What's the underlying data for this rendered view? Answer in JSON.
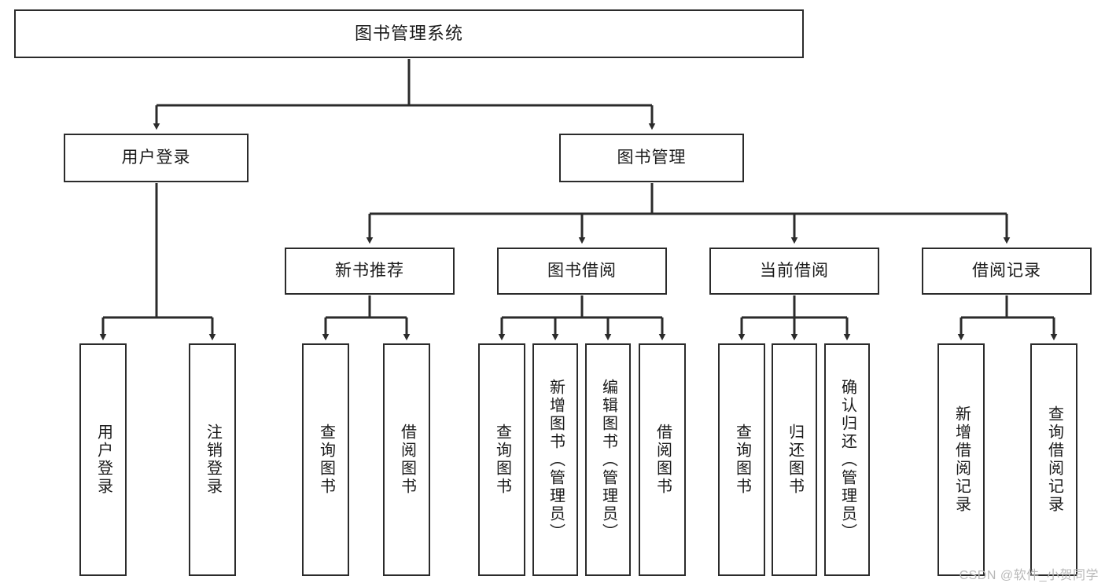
{
  "diagram": {
    "type": "tree-hierarchy",
    "title": "图书管理系统",
    "watermark": "CSDN @软件_小贺同学",
    "colors": {
      "stroke": "#2b2b2b",
      "fill": "#ffffff",
      "text": "#1a1a1a",
      "watermark": "#b8b8b8"
    },
    "nodes": {
      "root": {
        "label": "图书管理系统"
      },
      "level2": [
        {
          "id": "user-login",
          "label": "用户登录"
        },
        {
          "id": "book-manage",
          "label": "图书管理"
        }
      ],
      "level3": [
        {
          "id": "new-book-recommend",
          "label": "新书推荐"
        },
        {
          "id": "book-borrow",
          "label": "图书借阅"
        },
        {
          "id": "current-borrow",
          "label": "当前借阅"
        },
        {
          "id": "borrow-record",
          "label": "借阅记录"
        }
      ],
      "leaves": [
        {
          "id": "leaf-user-login",
          "label": "用户登录",
          "parent": "user-login"
        },
        {
          "id": "leaf-user-logout",
          "label": "注销登录",
          "parent": "user-login"
        },
        {
          "id": "leaf-query-book-1",
          "label": "查询图书",
          "parent": "new-book-recommend"
        },
        {
          "id": "leaf-borrow-book-1",
          "label": "借阅图书",
          "parent": "new-book-recommend"
        },
        {
          "id": "leaf-query-book-2",
          "label": "查询图书",
          "parent": "book-borrow"
        },
        {
          "id": "leaf-add-book",
          "label": "新增图书（管理员）",
          "parent": "book-borrow"
        },
        {
          "id": "leaf-edit-book",
          "label": "编辑图书（管理员）",
          "parent": "book-borrow"
        },
        {
          "id": "leaf-borrow-book-2",
          "label": "借阅图书",
          "parent": "book-borrow"
        },
        {
          "id": "leaf-query-book-3",
          "label": "查询图书",
          "parent": "current-borrow"
        },
        {
          "id": "leaf-return-book",
          "label": "归还图书",
          "parent": "current-borrow"
        },
        {
          "id": "leaf-confirm-return",
          "label": "确认归还（管理员）",
          "parent": "current-borrow"
        },
        {
          "id": "leaf-add-record",
          "label": "新增借阅记录",
          "parent": "borrow-record"
        },
        {
          "id": "leaf-query-record",
          "label": "查询借阅记录",
          "parent": "borrow-record"
        }
      ]
    }
  }
}
